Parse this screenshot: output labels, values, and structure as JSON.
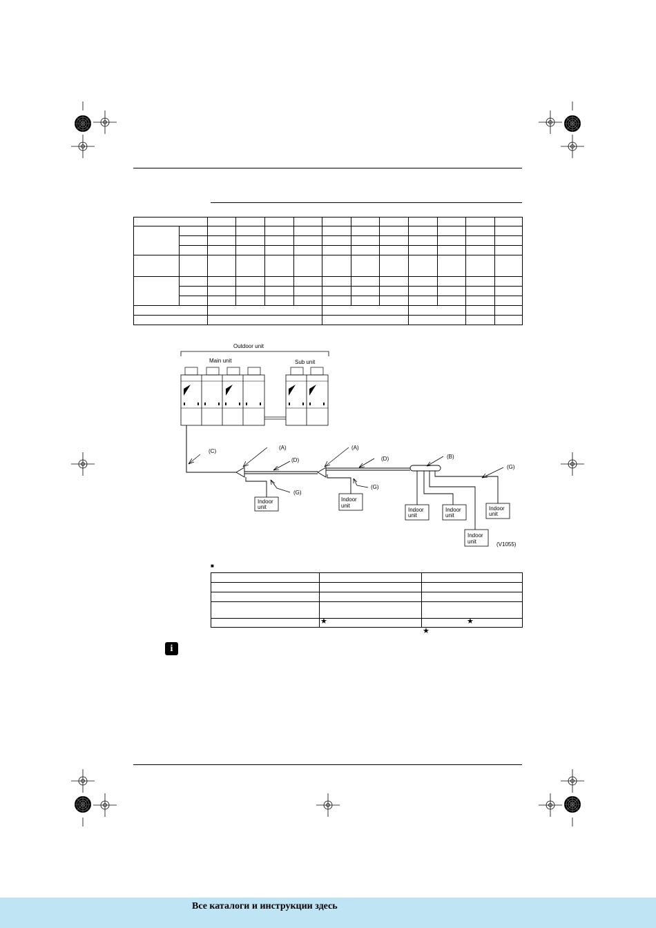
{
  "diagram": {
    "outdoor_unit": "Outdoor unit",
    "main_unit": "Main unit",
    "sub_unit": "Sub unit",
    "labels": {
      "A1": "(A)",
      "A2": "(A)",
      "B": "(B)",
      "C": "(C)",
      "D1": "(D)",
      "D2": "(D)",
      "G1": "(G)",
      "G2": "(G)",
      "G3": "(G)"
    },
    "indoor_line1": "Indoor",
    "indoor_line2": "unit",
    "figure_code": "(V1055)"
  },
  "table2": {
    "stars": [
      "★",
      "★",
      "★"
    ]
  },
  "bullet": "■",
  "info_icon": "i",
  "footer": {
    "text": "Все каталоги и инструкции здесь",
    "bg_color": "#bfe4f3"
  }
}
